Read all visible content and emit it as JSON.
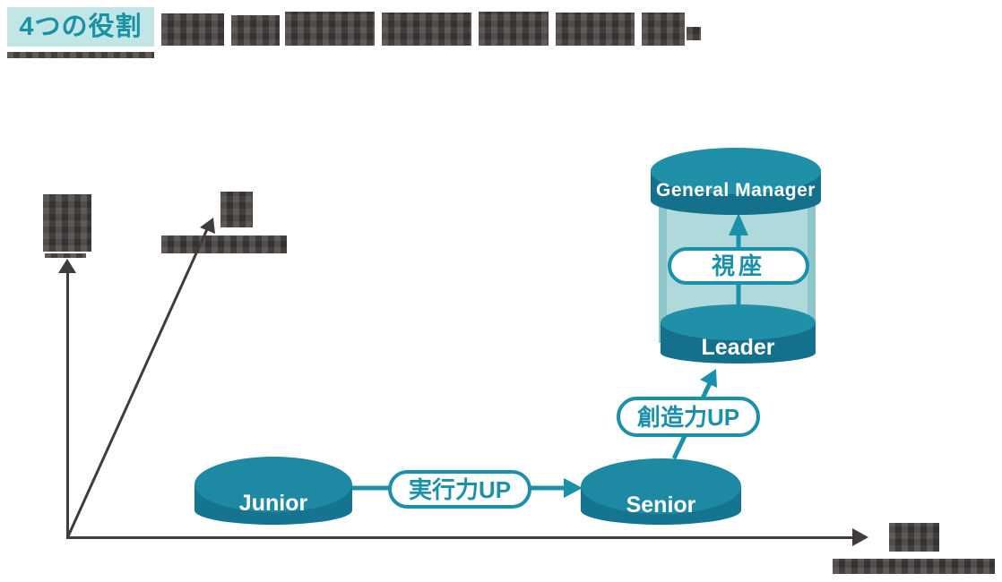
{
  "title": {
    "badge": "4つの役割"
  },
  "roles": {
    "junior": "Junior",
    "senior": "Senior",
    "leader": "Leader",
    "general_manager": "General Manager"
  },
  "transitions": {
    "junior_to_senior": "実行力UP",
    "senior_to_leader": "創造力UP",
    "leader_to_gm": "視座"
  },
  "colors": {
    "accent": "#1b90aa",
    "cyl_top": "#1e89a2",
    "cyl_body": "#15748f",
    "cap_top": "#2090a8",
    "cap_body": "#15708c",
    "column_light": "#b0d9db",
    "column_edge": "#8dc7cc",
    "badge_bg": "#c2e6e6",
    "badge_text": "#1992a6",
    "mosaic": "#3e3937",
    "axis": "#3f3c3b"
  }
}
